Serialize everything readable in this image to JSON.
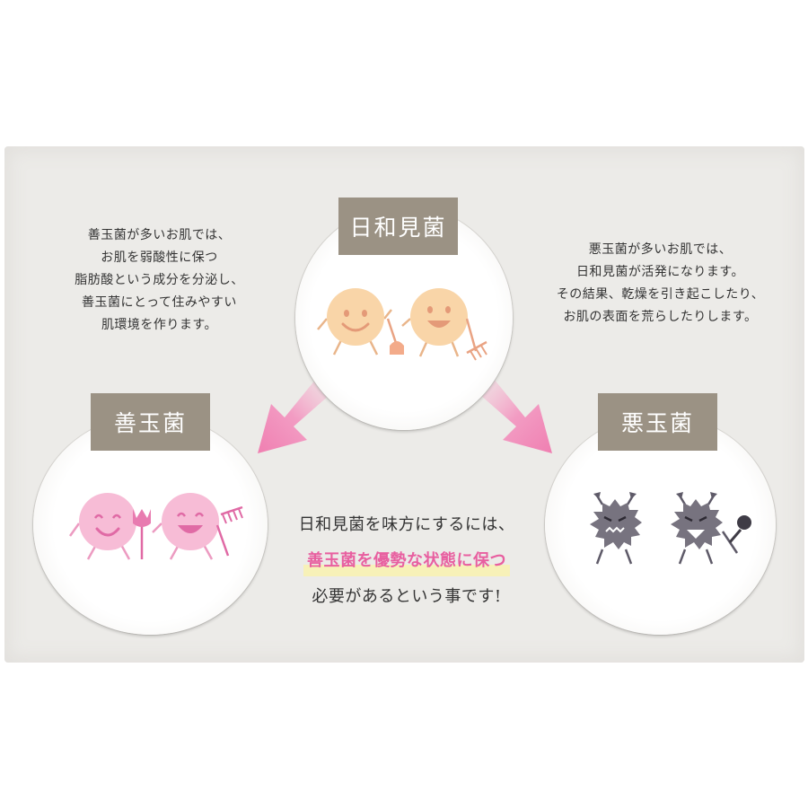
{
  "labels": {
    "neutral": "日和見菌",
    "good": "善玉菌",
    "bad": "悪玉菌"
  },
  "left_text": [
    "善玉菌が多いお肌では、",
    "お肌を弱酸性に保つ",
    "脂肪酸という成分を分泌し、",
    "善玉菌にとって住みやすい",
    "肌環境を作ります。"
  ],
  "right_text": [
    "悪玉菌が多いお肌では、",
    "日和見菌が活発になります。",
    "その結果、乾燥を引き起こしたり、",
    "お肌の表面を荒らしたりします。"
  ],
  "center_text": {
    "line1": "日和見菌を味方にするには、",
    "highlight": "善玉菌を優勢な状態に保つ",
    "line3": "必要があるという事です!"
  },
  "colors": {
    "panel": "#ecebe8",
    "label_bg": "#9b9284",
    "neutral_bacteria": "#f9d5a8",
    "good_bacteria": "#f7bcd6",
    "bad_bacteria": "#77737f",
    "arrow": "#f083b4",
    "highlight_text": "#e85fa0",
    "highlight_marker": "#f7f1b8"
  },
  "icons": {
    "neutral": [
      "smiling-bacteria-icon",
      "broom-icon",
      "happy-bacteria-icon",
      "rake-icon"
    ],
    "good": [
      "smiling-bacteria-icon",
      "flower-icon",
      "happy-bacteria-icon",
      "rake-icon"
    ],
    "bad": [
      "angry-germ-icon",
      "angry-germ-icon",
      "frying-pan-icon"
    ],
    "arrows": [
      "arrow-down-left-icon",
      "arrow-down-right-icon"
    ]
  }
}
